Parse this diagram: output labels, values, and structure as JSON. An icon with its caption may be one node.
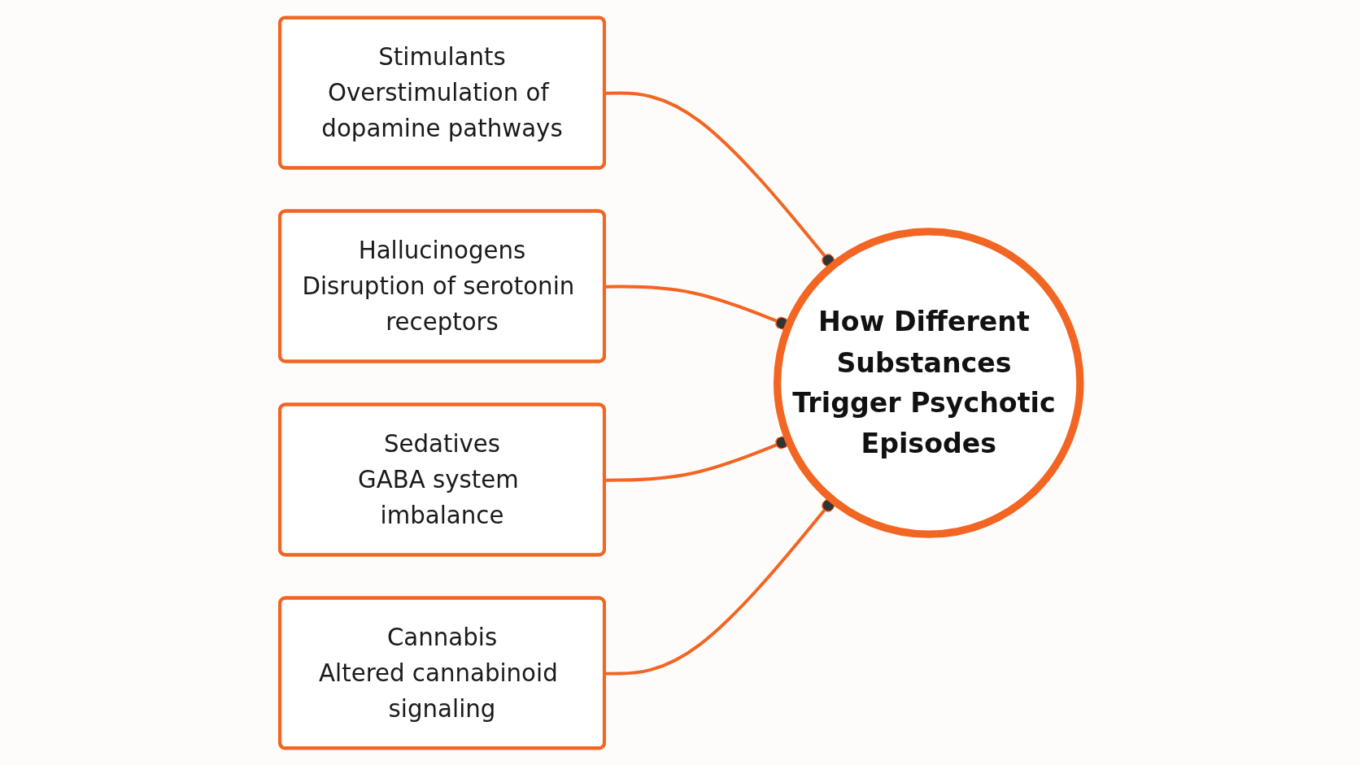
{
  "diagram": {
    "nodes": [
      {
        "text": [
          "Stimulants",
          "Overstimulation of dopamine pathways"
        ]
      },
      {
        "text": [
          "Hallucinogens",
          "Disruption of serotonin receptors"
        ]
      },
      {
        "text": [
          "How Different Substances Trigger Psychotic Episodes"
        ]
      },
      {
        "text": [
          "Sedatives",
          "GABA system imbalance"
        ]
      },
      {
        "text": [
          "Cannabis",
          "Altered cannabinoid signaling"
        ]
      }
    ],
    "edges": [
      {
        "from": 0,
        "to": 2,
        "arrow": "other"
      },
      {
        "from": 1,
        "to": 2,
        "arrow": "other"
      },
      {
        "from": 3,
        "to": 2,
        "arrow": "other"
      },
      {
        "from": 4,
        "to": 2,
        "arrow": "other"
      }
    ]
  }
}
